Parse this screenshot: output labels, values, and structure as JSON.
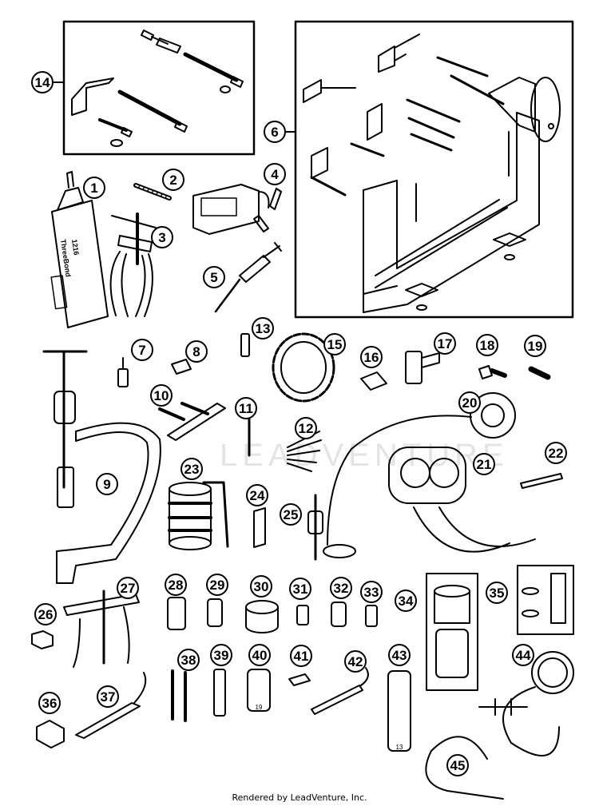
{
  "diagram": {
    "callouts": [
      "1",
      "2",
      "3",
      "4",
      "5",
      "6",
      "7",
      "8",
      "9",
      "10",
      "11",
      "12",
      "13",
      "14",
      "15",
      "16",
      "17",
      "18",
      "19",
      "20",
      "21",
      "22",
      "23",
      "24",
      "25",
      "26",
      "27",
      "28",
      "29",
      "30",
      "31",
      "32",
      "33",
      "34",
      "35",
      "36",
      "37",
      "38",
      "39",
      "40",
      "41",
      "42",
      "43",
      "44",
      "45"
    ],
    "part_labels": {
      "tube_brand": "ThreeBond",
      "tube_number": "1216",
      "socket_size_40": "19",
      "socket_size_43": "13"
    },
    "watermark": "LEADVENTURE"
  },
  "footer": {
    "credit": "Rendered by LeadVenture, Inc."
  },
  "colors": {
    "line": "#000000",
    "background": "#ffffff",
    "callout_fill": "#ffffff"
  }
}
